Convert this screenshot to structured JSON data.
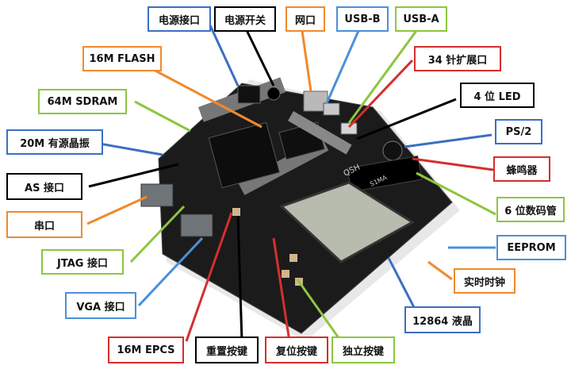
{
  "board": {
    "silkscreen_brand": "QSH",
    "silkscreen_model": "S1MA"
  },
  "callouts": [
    {
      "id": "power-jack",
      "text": "电源接口",
      "color": "#3b6fc2"
    },
    {
      "id": "power-switch",
      "text": "电源开关",
      "color": "#000000"
    },
    {
      "id": "ethernet-port",
      "text": "网口",
      "color": "#f08a2c"
    },
    {
      "id": "usb-b",
      "text": "USB-B",
      "color": "#4a90d9"
    },
    {
      "id": "usb-a",
      "text": "USB-A",
      "color": "#8dc63f"
    },
    {
      "id": "flash-16m",
      "text": "16M FLASH",
      "color": "#f08a2c"
    },
    {
      "id": "header-34pin",
      "text": "34 针扩展口",
      "color": "#d32f2f"
    },
    {
      "id": "sdram-64m",
      "text": "64M SDRAM",
      "color": "#8dc63f"
    },
    {
      "id": "led-4bit",
      "text": "4 位 LED",
      "color": "#000000"
    },
    {
      "id": "oscillator-20m",
      "text": "20M 有源晶振",
      "color": "#3b6fc2"
    },
    {
      "id": "ps2",
      "text": "PS/2",
      "color": "#3b6fc2"
    },
    {
      "id": "as-interface",
      "text": "AS 接口",
      "color": "#000000"
    },
    {
      "id": "buzzer",
      "text": "蜂鸣器",
      "color": "#d32f2f"
    },
    {
      "id": "serial-port",
      "text": "串口",
      "color": "#f08a2c"
    },
    {
      "id": "seg-display",
      "text": "6 位数码管",
      "color": "#8dc63f"
    },
    {
      "id": "jtag",
      "text": "JTAG 接口",
      "color": "#8dc63f"
    },
    {
      "id": "eeprom",
      "text": "EEPROM",
      "color": "#4a90d9"
    },
    {
      "id": "rtc",
      "text": "实时时钟",
      "color": "#f08a2c"
    },
    {
      "id": "vga",
      "text": "VGA 接口",
      "color": "#4a90d9"
    },
    {
      "id": "lcd12864",
      "text": "12864 液晶",
      "color": "#3b6fc2"
    },
    {
      "id": "epcs-16m",
      "text": "16M EPCS",
      "color": "#d32f2f"
    },
    {
      "id": "reset-key",
      "text": "重置按键",
      "color": "#000000"
    },
    {
      "id": "restore-key",
      "text": "复位按键",
      "color": "#d32f2f"
    },
    {
      "id": "indep-keys",
      "text": "独立按键",
      "color": "#8dc63f"
    }
  ]
}
